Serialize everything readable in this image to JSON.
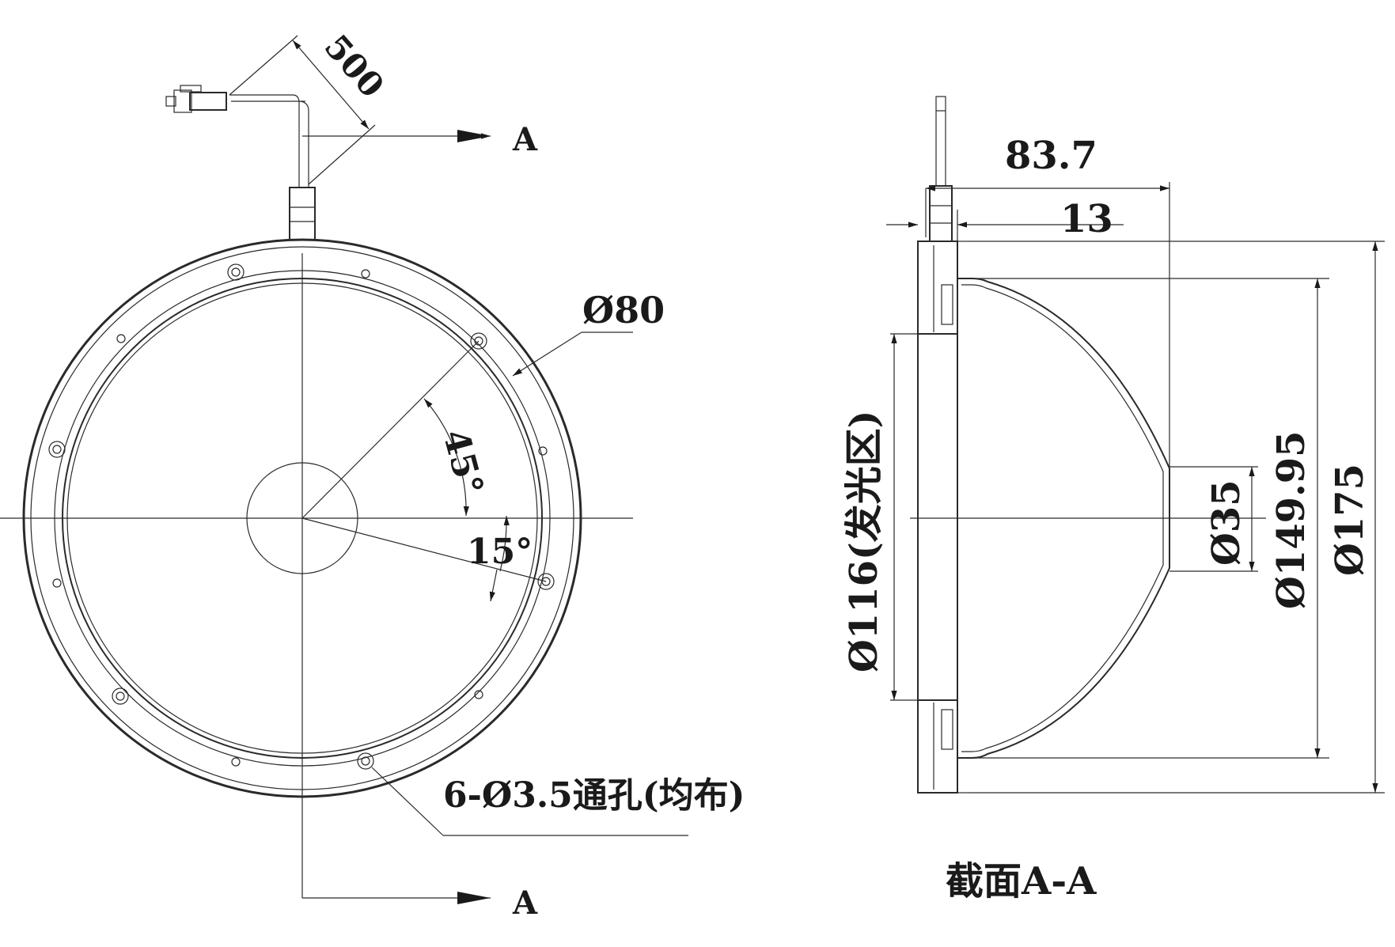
{
  "front_view": {
    "cable_length": "500",
    "diameter_80": "Ø80",
    "angle_45": "45°",
    "angle_15": "15°",
    "holes_note": "6-Ø3.5通孔(均布)",
    "section_mark_top": "A",
    "section_mark_bottom": "A"
  },
  "section_view": {
    "dim_83_7": "83.7",
    "dim_13": "13",
    "dim_116": "Ø116(发光区)",
    "dim_35": "Ø35",
    "dim_149_95": "Ø149.95",
    "dim_175": "Ø175",
    "title": "截面A-A"
  },
  "colors": {
    "line": "#2a2a2a",
    "text": "#1a1a1a",
    "background": "#ffffff"
  }
}
